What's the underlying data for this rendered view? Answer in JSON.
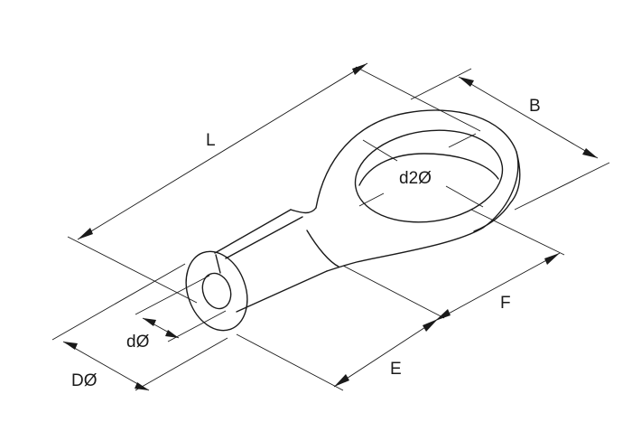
{
  "labels": {
    "L": "L",
    "B": "B",
    "d2": "d2Ø",
    "F": "F",
    "E": "E",
    "d": "dØ",
    "D": "DØ"
  }
}
